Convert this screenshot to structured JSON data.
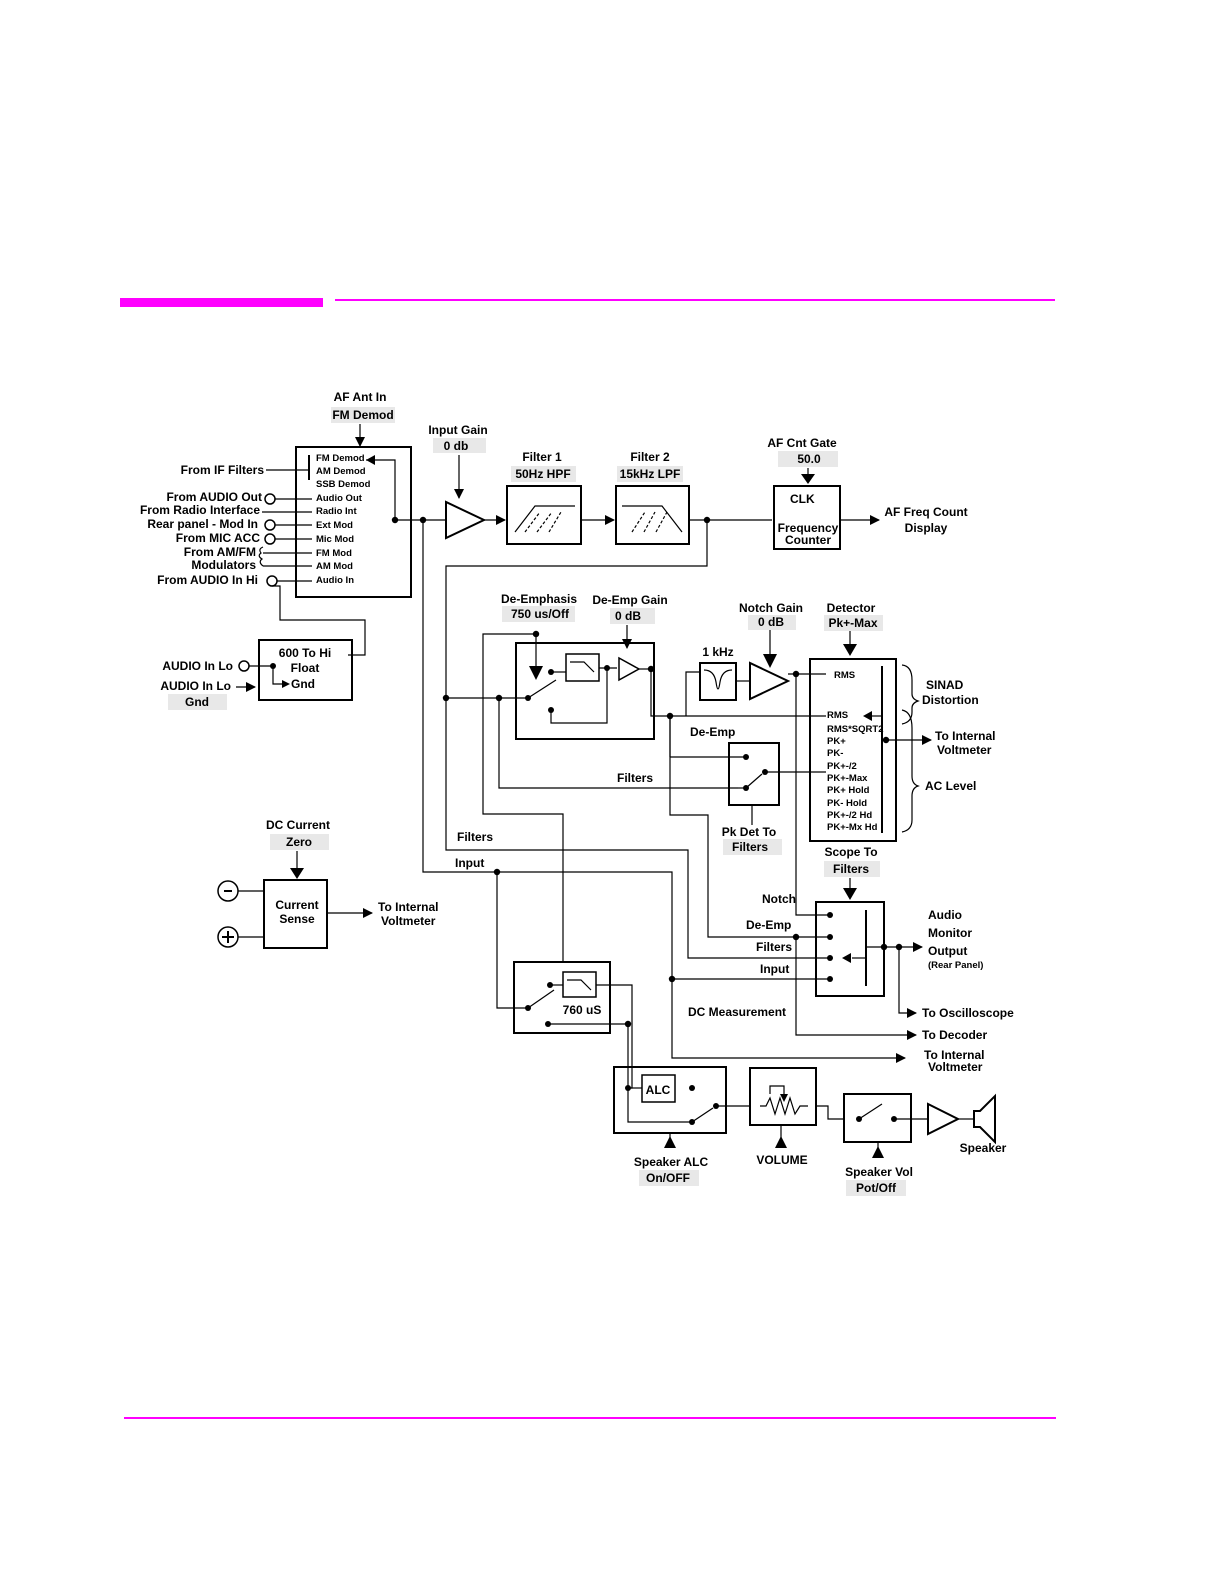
{
  "colors": {
    "rule": "#ff00ff",
    "ink": "#000000",
    "highlight": "#e8e8e8"
  },
  "af_ant_in": {
    "label": "AF Ant In",
    "value": "FM Demod"
  },
  "input_select": {
    "options": [
      "FM Demod",
      "AM Demod",
      "SSB Demod",
      "Audio Out",
      "Radio Int",
      "Ext Mod",
      "Mic Mod",
      "FM Mod",
      "AM Mod",
      "Audio In"
    ]
  },
  "sources": {
    "from_if_filters": "From IF Filters",
    "from_audio_out": "From AUDIO Out",
    "from_radio_interface": "From Radio Interface",
    "rear_panel_mod_in": "Rear panel - Mod In",
    "from_mic_acc": "From MIC ACC",
    "from_am_fm": "From AM/FM",
    "modulators": "Modulators",
    "from_audio_in_hi": "From AUDIO In Hi"
  },
  "audio_lo": {
    "in_lo_label": "AUDIO In Lo",
    "in_lo_label2": "AUDIO In Lo",
    "value": "Gnd",
    "box_line1": "600 To Hi",
    "box_line2": "Float",
    "box_line3": "Gnd"
  },
  "input_gain": {
    "label": "Input Gain",
    "value": "0 db"
  },
  "filter1": {
    "label": "Filter 1",
    "value": "50Hz HPF"
  },
  "filter2": {
    "label": "Filter 2",
    "value": "15kHz LPF"
  },
  "af_cnt_gate": {
    "label": "AF Cnt Gate",
    "value": "50.0"
  },
  "counter": {
    "clk": "CLK",
    "line1": "Frequency",
    "line2": "Counter"
  },
  "af_freq_count": {
    "line1": "AF Freq Count",
    "line2": "Display"
  },
  "de_emphasis": {
    "label": "De-Emphasis",
    "value": "750 us/Off"
  },
  "de_emp_gain": {
    "label": "De-Emp Gain",
    "value": "0 dB"
  },
  "notch": {
    "freq": "1 kHz",
    "gain_label": "Notch Gain",
    "gain_value": "0 dB"
  },
  "detector": {
    "label": "Detector",
    "value": "Pk+-Max",
    "rms1": "RMS",
    "options": [
      "RMS",
      "RMS*SQRT2",
      "PK+",
      "PK-",
      "PK+-/2",
      "PK+-Max",
      "PK+ Hold",
      "PK- Hold",
      "PK+-/2 Hd",
      "PK+-Mx Hd"
    ]
  },
  "side_labels": {
    "sinad": "SINAD",
    "distortion": "Distortion",
    "ac_level": "AC Level",
    "to_internal_voltmeter_1": "To Internal",
    "to_internal_voltmeter_2": "Voltmeter"
  },
  "pk_det": {
    "de_emp": "De-Emp",
    "filters": "Filters",
    "label": "Pk Det To",
    "value": "Filters"
  },
  "bus_labels": {
    "filters": "Filters",
    "input": "Input"
  },
  "dc_current": {
    "label": "DC Current",
    "value": "Zero",
    "box_line1": "Current",
    "box_line2": "Sense",
    "out1": "To Internal",
    "out2": "Voltmeter",
    "minus": "-",
    "plus": "+"
  },
  "scope": {
    "label": "Scope To",
    "value": "Filters",
    "in_notch": "Notch",
    "in_de_emp": "De-Emp",
    "in_filters": "Filters",
    "in_input": "Input"
  },
  "audio_monitor": {
    "line1": "Audio",
    "line2": "Monitor",
    "line3": "Output",
    "line4": "(Rear Panel)"
  },
  "outputs": {
    "to_oscilloscope": "To Oscilloscope",
    "to_decoder": "To Decoder",
    "to_internal_1": "To Internal",
    "to_internal_2": "Voltmeter",
    "dc_measurement": "DC Measurement"
  },
  "dc_filter": {
    "value": "760 uS"
  },
  "speaker_alc": {
    "box": "ALC",
    "label": "Speaker ALC",
    "value": "On/OFF"
  },
  "volume": {
    "label": "VOLUME"
  },
  "speaker_vol": {
    "label": "Speaker Vol",
    "value": "Pot/Off"
  },
  "speaker": {
    "label": "Speaker"
  }
}
